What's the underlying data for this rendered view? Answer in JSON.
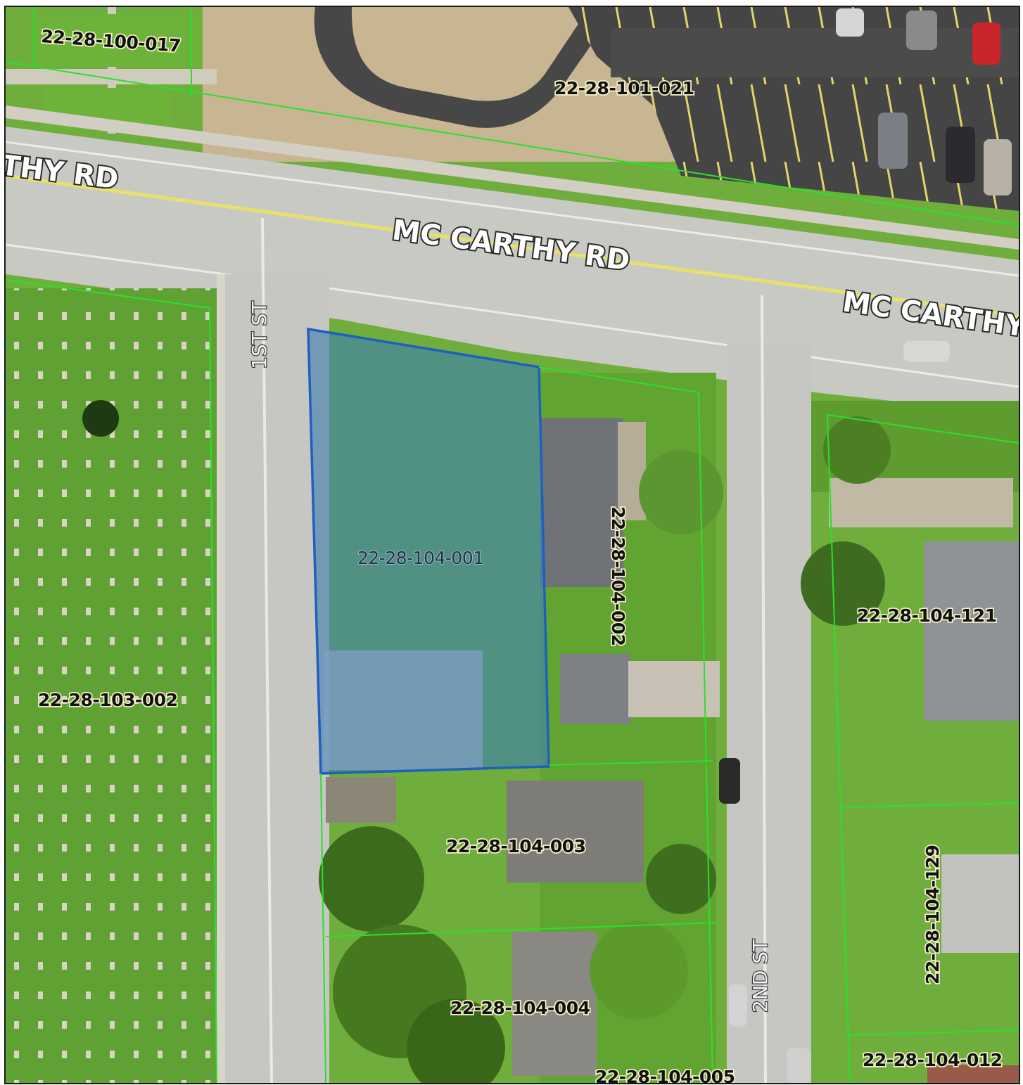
{
  "map": {
    "roads": {
      "main_road_label": "MC CARTHY RD",
      "main_road_label_left": "THY RD",
      "main_road_label_right": "MC CARTHY",
      "street_1": "1ST ST",
      "street_2": "2ND ST"
    },
    "parcels": {
      "selected": "22-28-104-001",
      "p100_017": "22-28-100-017",
      "p101_021": "22-28-101-021",
      "p103_002": "22-28-103-002",
      "p104_002": "22-28-104-002",
      "p104_003": "22-28-104-003",
      "p104_004": "22-28-104-004",
      "p104_005": "22-28-104-005",
      "p104_121": "22-28-104-121",
      "p104_129": "22-28-104-129",
      "p104_012": "22-28-104-012"
    },
    "colors": {
      "parcel_line": "#29e02c",
      "selected_outline": "#1f5fbf",
      "selected_fill": "#3f7fb0",
      "grass": "#6fae3c",
      "road": "#c9c9c4",
      "parking": "#4a4a4a",
      "center_line": "#e8e06a"
    }
  }
}
